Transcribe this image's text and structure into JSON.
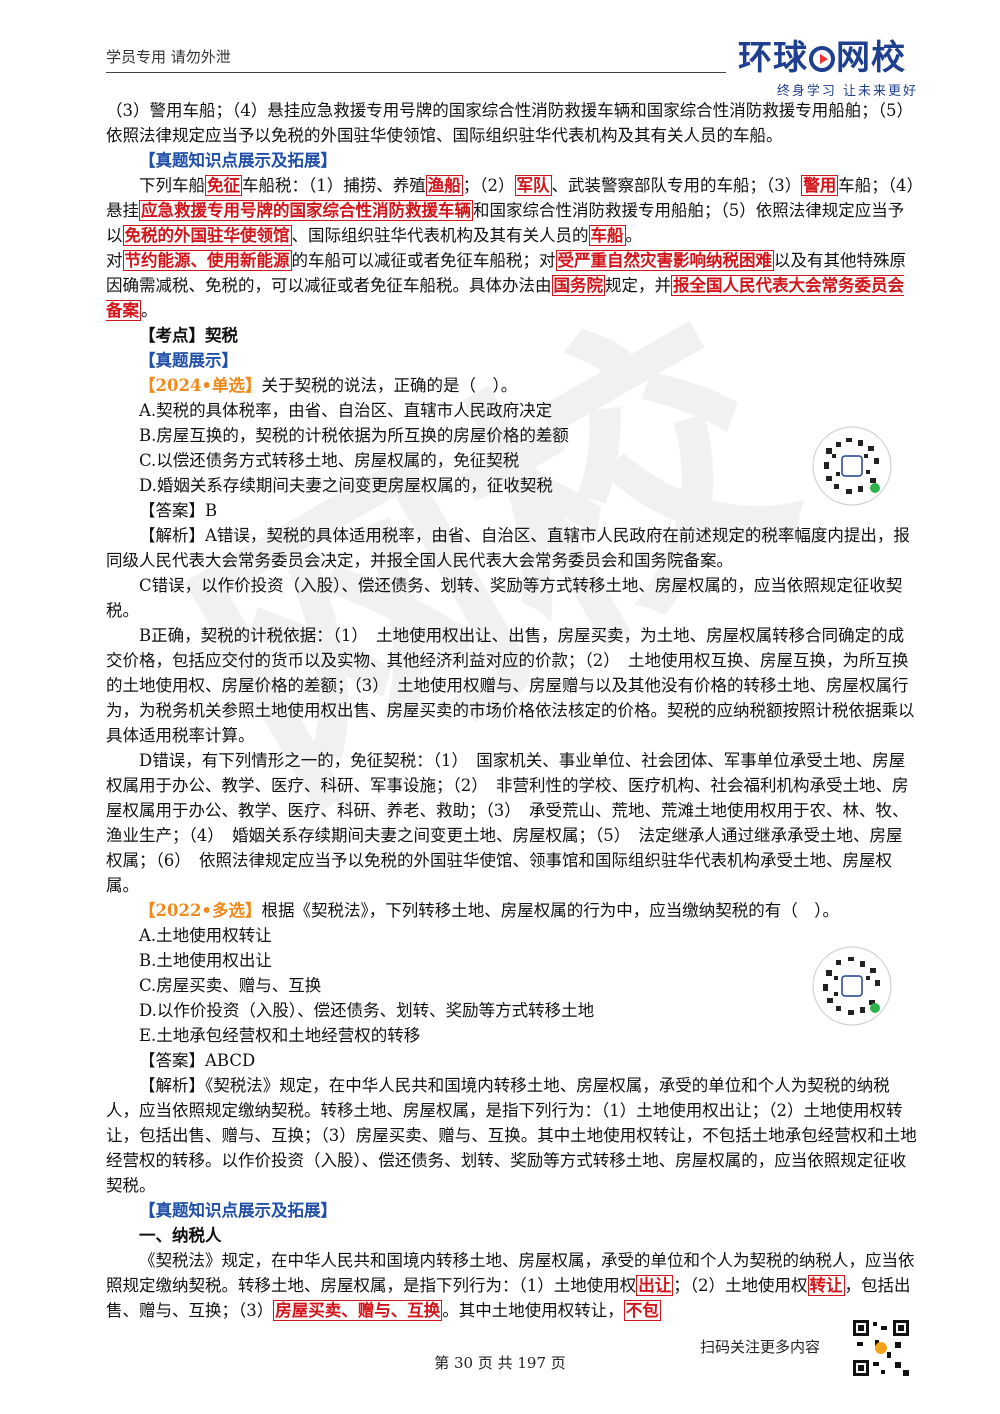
{
  "header": {
    "left_text": "学员专用 请勿外泄",
    "logo_text_a": "环球",
    "logo_text_b": "网校",
    "logo_slogan": "终身学习 让未来更好"
  },
  "watermark": "网校",
  "blocks": {
    "b1": "（3）警用车船；（4）悬挂应急救援专用号牌的国家综合性消防救援车辆和国家综合性消防救援专用船舶；（5）依照法律规定应当予以免税的外国驻华使领馆、国际组织驻华代表机构及其有关人员的车船。",
    "h1": "【真题知识点展示及拓展】",
    "p1": [
      {
        "t": "下列车船"
      },
      {
        "k": "免征"
      },
      {
        "t": "车船税：（1）捕捞、养殖"
      },
      {
        "k": "渔船"
      },
      {
        "t": "；（2）"
      },
      {
        "k": "军队"
      },
      {
        "t": "、武装警察部队专用的车船；（3）"
      },
      {
        "k": "警用"
      },
      {
        "t": "车船；（4）悬挂"
      },
      {
        "k": "应急救援专用号牌的国家综合性消防救援车辆"
      },
      {
        "t": "和国家综合性消防救援专用船舶；（5）依照法律规定应当予以"
      },
      {
        "k": "免税的外国驻华使领馆"
      },
      {
        "t": "、国际组织驻华代表机构及其有关人员的"
      },
      {
        "k": "车船"
      },
      {
        "t": "。"
      }
    ],
    "p2": [
      {
        "t": "对"
      },
      {
        "k": "节约能源、使用新能源"
      },
      {
        "t": "的车船可以减征或者免征车船税；对"
      },
      {
        "k": "受严重自然灾害影响纳税困难"
      },
      {
        "t": "以及有其他特殊原因确需减税、免税的，可以减征或者免征车船税。具体办法由"
      },
      {
        "k": "国务院"
      },
      {
        "t": "规定，并"
      },
      {
        "k": "报全国人民代表大会常务委员会备案"
      },
      {
        "t": "。"
      }
    ],
    "h2": "【考点】契税",
    "h3": "【真题展示】",
    "q1_tag": "【2024•单选】",
    "q1_text": "关于契税的说法，正确的是（　）。",
    "q1_options": [
      "A.契税的具体税率，由省、自治区、直辖市人民政府决定",
      "B.房屋互换的，契税的计税依据为所互换的房屋价格的差额",
      "C.以偿还债务方式转移土地、房屋权属的，免征契税",
      "D.婚姻关系存续期间夫妻之间变更房屋权属的，征收契税"
    ],
    "q1_answer": "【答案】B",
    "q1_analysis": [
      "【解析】A错误，契税的具体适用税率，由省、自治区、直辖市人民政府在前述规定的税率幅度内提出，报同级人民代表大会常务委员会决定，并报全国人民代表大会常务委员会和国务院备案。",
      "C错误，以作价投资（入股）、偿还债务、划转、奖励等方式转移土地、房屋权属的，应当依照规定征收契税。",
      "B正确，契税的计税依据：（1）　土地使用权出让、出售，房屋买卖，为土地、房屋权属转移合同确定的成交价格，包括应交付的货币以及实物、其他经济利益对应的价款；（2）　土地使用权互换、房屋互换，为所互换的土地使用权、房屋价格的差额；（3）　土地使用权赠与、房屋赠与以及其他没有价格的转移土地、房屋权属行为，为税务机关参照土地使用权出售、房屋买卖的市场价格依法核定的价格。契税的应纳税额按照计税依据乘以具体适用税率计算。",
      "D错误，有下列情形之一的，免征契税：（1）　国家机关、事业单位、社会团体、军事单位承受土地、房屋权属用于办公、教学、医疗、科研、军事设施；（2）　非营利性的学校、医疗机构、社会福利机构承受土地、房屋权属用于办公、教学、医疗、科研、养老、救助；（3）　承受荒山、荒地、荒滩土地使用权用于农、林、牧、渔业生产；（4）　婚姻关系存续期间夫妻之间变更土地、房屋权属；（5）　法定继承人通过继承承受土地、房屋权属；（6）　依照法律规定应当予以免税的外国驻华使馆、领事馆和国际组织驻华代表机构承受土地、房屋权属。"
    ],
    "q2_tag": "【2022•多选】",
    "q2_text": "根据《契税法》，下列转移土地、房屋权属的行为中，应当缴纳契税的有（　）。",
    "q2_options": [
      "A.土地使用权转让",
      "B.土地使用权出让",
      "C.房屋买卖、赠与、互换",
      "D.以作价投资（入股）、偿还债务、划转、奖励等方式转移土地",
      "E.土地承包经营权和土地经营权的转移"
    ],
    "q2_answer": "【答案】ABCD",
    "q2_analysis": "【解析】《契税法》规定，在中华人民共和国境内转移土地、房屋权属，承受的单位和个人为契税的纳税人，应当依照规定缴纳契税。转移土地、房屋权属，是指下列行为：（1）土地使用权出让；（2）土地使用权转让，包括出售、赠与、互换；（3）房屋买卖、赠与、互换。其中土地使用权转让，不包括土地承包经营权和土地经营权的转移。以作价投资（入股）、偿还债务、划转、奖励等方式转移土地、房屋权属的，应当依照规定征收契税。",
    "h4": "【真题知识点展示及拓展】",
    "h5": "一、纳税人",
    "p3": [
      {
        "t": "《契税法》规定，在中华人民共和国境内转移土地、房屋权属，承受的单位和个人为契税的纳税人，应当依照规定缴纳契税。转移土地、房屋权属，是指下列行为：（1）土地使用权"
      },
      {
        "k": "出让"
      },
      {
        "t": "；（2）土地使用权"
      },
      {
        "k": "转让"
      },
      {
        "t": "，包括出售、赠与、互换；（3）"
      },
      {
        "k": "房屋买卖、赠与、互换"
      },
      {
        "t": "。其中土地使用权转让，"
      },
      {
        "k": "不包"
      }
    ]
  },
  "footer": {
    "scan_text": "扫码关注更多内容",
    "page_text": "第 30 页 共 197 页"
  }
}
